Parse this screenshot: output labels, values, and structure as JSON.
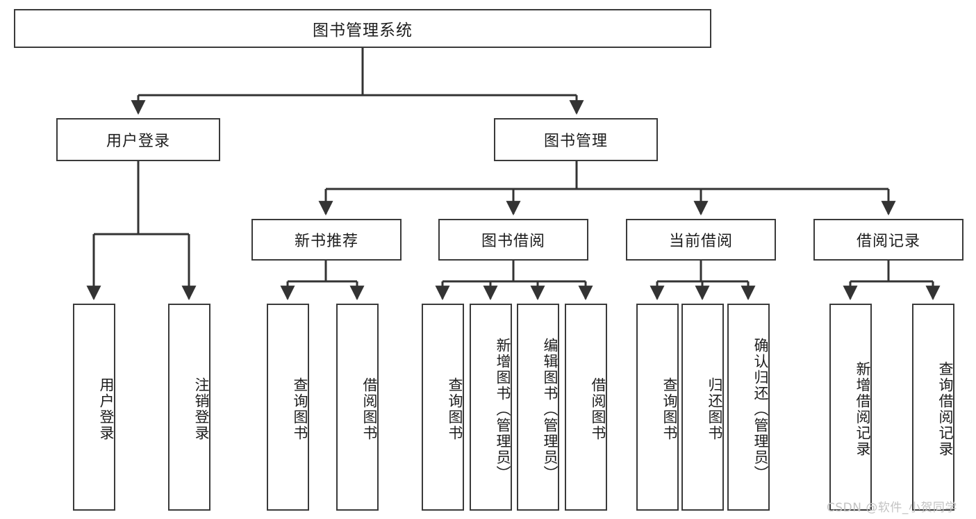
{
  "diagram": {
    "title": "图书管理系统",
    "type": "tree",
    "watermark": "CSDN @软件_小贺同学",
    "colors": {
      "box_border": "#3a3a3a",
      "box_fill": "#ffffff",
      "edge": "#333333",
      "text": "#1d1d1d",
      "watermark": "#c3c3c3",
      "background": "#ffffff"
    },
    "levels": {
      "root": {
        "label": "图书管理系统"
      },
      "level2": [
        {
          "id": "user-login",
          "label": "用户登录"
        },
        {
          "id": "book-manage",
          "label": "图书管理"
        }
      ],
      "level3": [
        {
          "id": "new-book-recommend",
          "label": "新书推荐",
          "parent": "book-manage"
        },
        {
          "id": "book-borrow",
          "label": "图书借阅",
          "parent": "book-manage"
        },
        {
          "id": "current-borrow",
          "label": "当前借阅",
          "parent": "book-manage"
        },
        {
          "id": "borrow-record",
          "label": "借阅记录",
          "parent": "book-manage"
        }
      ],
      "leaves": [
        {
          "id": "leaf-user-login",
          "label": "用户登录",
          "parent": "user-login"
        },
        {
          "id": "leaf-logout-login",
          "label": "注销登录",
          "parent": "user-login"
        },
        {
          "id": "leaf-query-book-1",
          "label": "查询图书",
          "parent": "new-book-recommend"
        },
        {
          "id": "leaf-borrow-book-1",
          "label": "借阅图书",
          "parent": "new-book-recommend"
        },
        {
          "id": "leaf-query-book-2",
          "label": "查询图书",
          "parent": "book-borrow"
        },
        {
          "id": "leaf-add-book",
          "label": "新增图书（管理员）",
          "parent": "book-borrow"
        },
        {
          "id": "leaf-edit-book",
          "label": "编辑图书（管理员）",
          "parent": "book-borrow"
        },
        {
          "id": "leaf-borrow-book-2",
          "label": "借阅图书",
          "parent": "book-borrow"
        },
        {
          "id": "leaf-query-book-3",
          "label": "查询图书",
          "parent": "current-borrow"
        },
        {
          "id": "leaf-return-book",
          "label": "归还图书",
          "parent": "current-borrow"
        },
        {
          "id": "leaf-confirm-return",
          "label": "确认归还（管理员）",
          "parent": "current-borrow"
        },
        {
          "id": "leaf-add-record",
          "label": "新增借阅记录",
          "parent": "borrow-record"
        },
        {
          "id": "leaf-query-record",
          "label": "查询借阅记录",
          "parent": "borrow-record"
        }
      ]
    }
  }
}
